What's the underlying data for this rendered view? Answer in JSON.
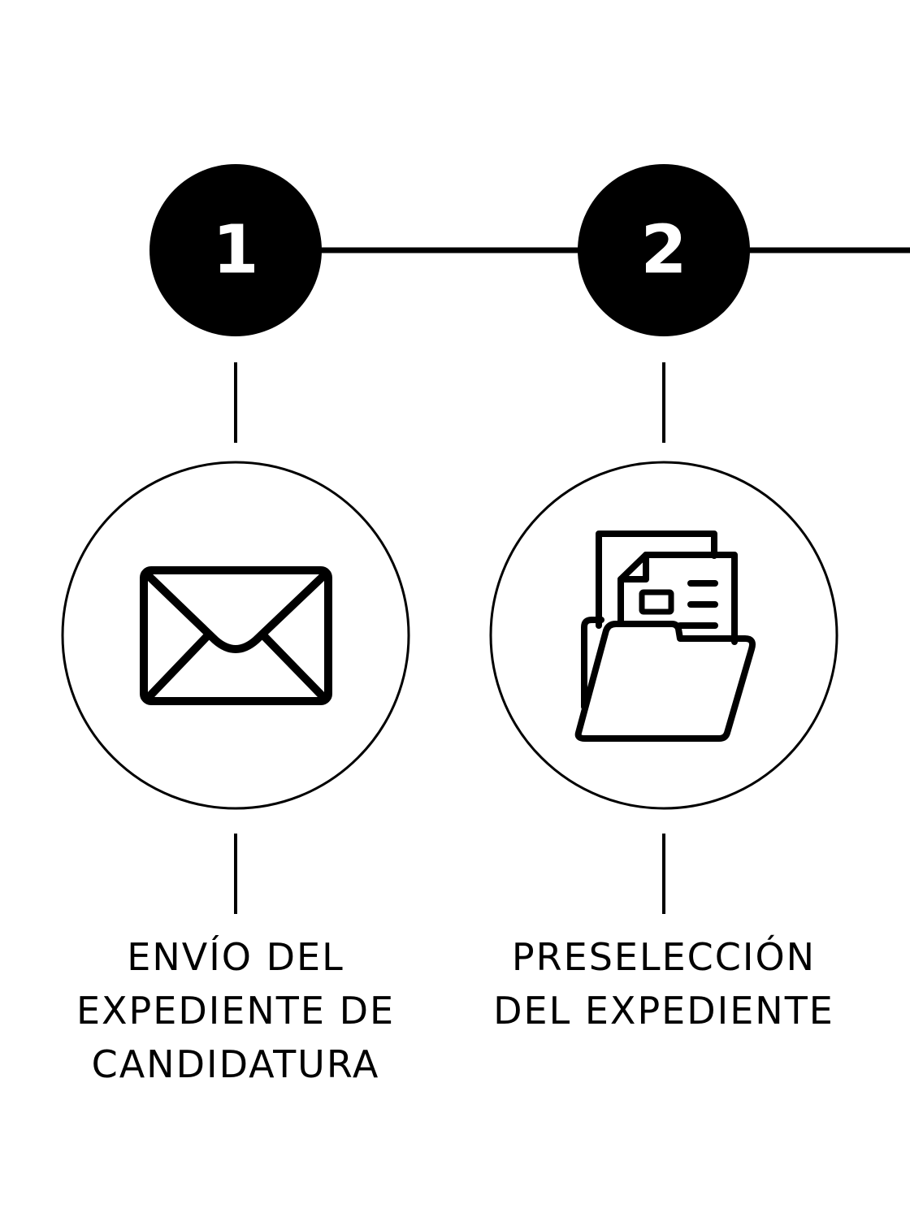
{
  "colors": {
    "ink": "#000000",
    "number_text": "#ffffff",
    "background": "#ffffff"
  },
  "steps": [
    {
      "number": "1",
      "icon": "envelope-icon",
      "label_lines": [
        "ENVÍO DEL",
        "EXPEDIENTE DE",
        "CANDIDATURA"
      ]
    },
    {
      "number": "2",
      "icon": "folder-documents-icon",
      "label_lines": [
        "PRESELECCIÓN",
        "DEL EXPEDIENTE"
      ]
    }
  ]
}
